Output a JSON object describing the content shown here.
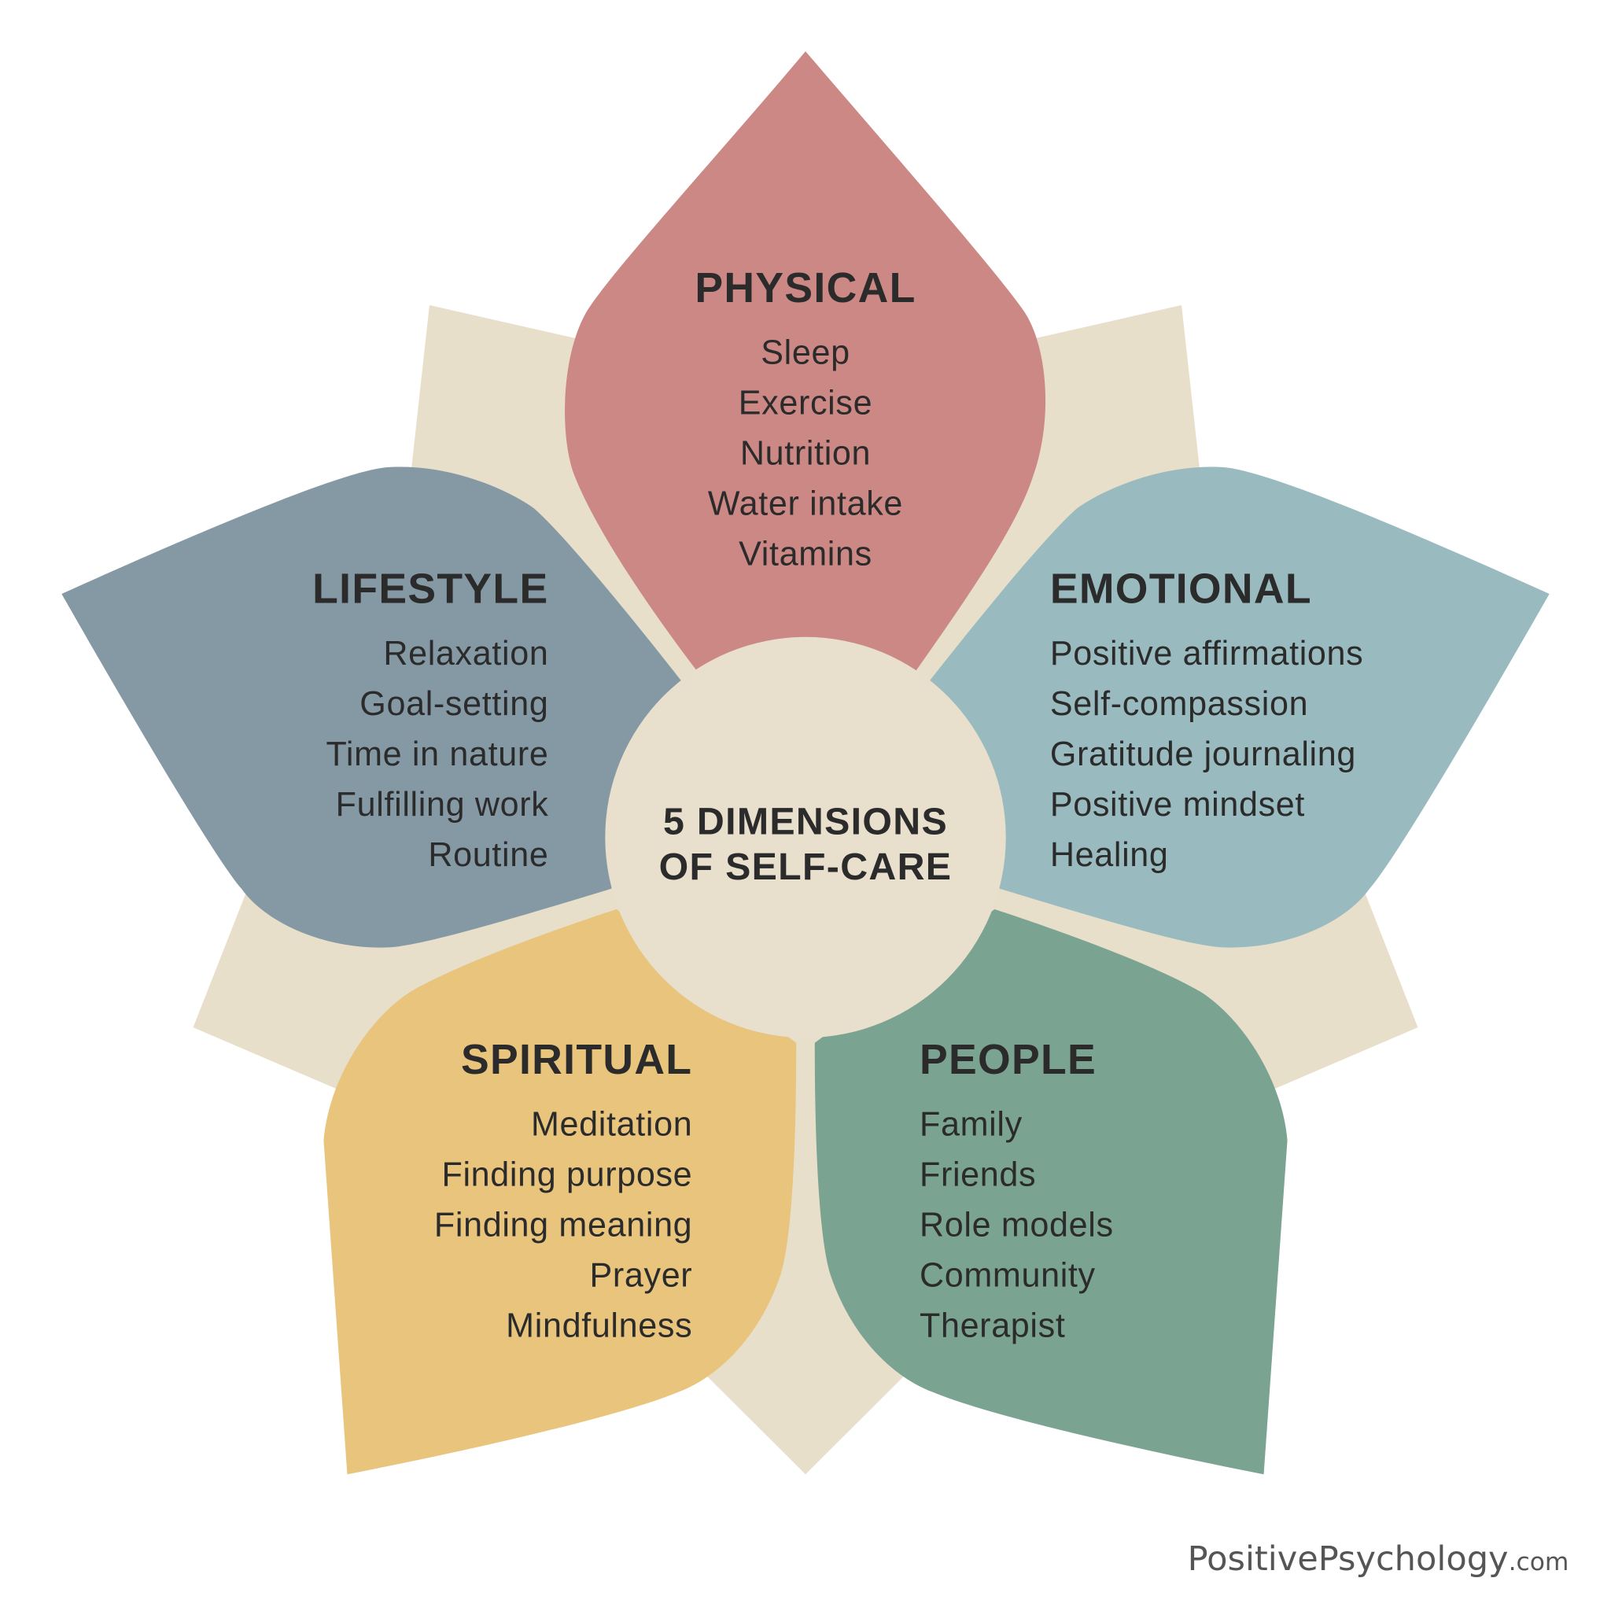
{
  "colors": {
    "background_star": "#e8dfcb",
    "physical": "#cc8884",
    "lifestyle": "#8599a5",
    "emotional": "#99bbbf",
    "spiritual": "#e8c47d",
    "people": "#7ba392",
    "text": "#2b2b2b"
  },
  "center": {
    "line1": "5 DIMENSIONS",
    "line2": "OF SELF-CARE"
  },
  "petals": {
    "physical": {
      "title": "PHYSICAL",
      "items": [
        "Sleep",
        "Exercise",
        "Nutrition",
        "Water intake",
        "Vitamins"
      ]
    },
    "lifestyle": {
      "title": "LIFESTYLE",
      "items": [
        "Relaxation",
        "Goal-setting",
        "Time in nature",
        "Fulfilling work",
        "Routine"
      ]
    },
    "emotional": {
      "title": "EMOTIONAL",
      "items": [
        "Positive affirmations",
        "Self-compassion",
        "Gratitude journaling",
        "Positive mindset",
        "Healing"
      ]
    },
    "spiritual": {
      "title": "SPIRITUAL",
      "items": [
        "Meditation",
        "Finding purpose",
        "Finding meaning",
        "Prayer",
        "Mindfulness"
      ]
    },
    "people": {
      "title": "PEOPLE",
      "items": [
        "Family",
        "Friends",
        "Role models",
        "Community",
        "Therapist"
      ]
    }
  },
  "logo": {
    "main": "PositivePsychology",
    "suffix": ".com"
  }
}
